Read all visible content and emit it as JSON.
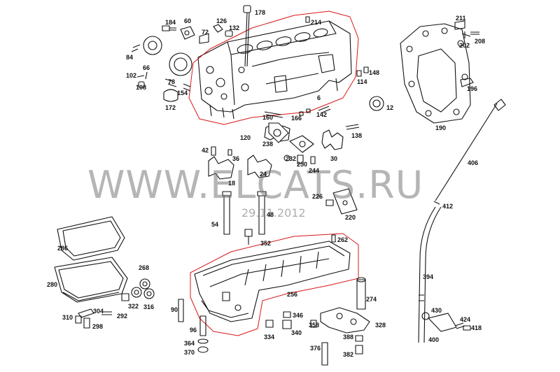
{
  "watermark": {
    "text": "WWW.ELCATS.RU",
    "date": "29.11.2012"
  },
  "colors": {
    "line": "#111111",
    "highlight": "#d81818",
    "watermark": "#8a8a8a"
  },
  "callouts": [
    {
      "id": "p178",
      "text": "178"
    },
    {
      "id": "p214",
      "text": "214"
    },
    {
      "id": "p184",
      "text": "184"
    },
    {
      "id": "p60",
      "text": "60"
    },
    {
      "id": "p126",
      "text": "126"
    },
    {
      "id": "p72",
      "text": "72"
    },
    {
      "id": "p132",
      "text": "132"
    },
    {
      "id": "p84",
      "text": "84"
    },
    {
      "id": "p66",
      "text": "66"
    },
    {
      "id": "p102",
      "text": "102"
    },
    {
      "id": "p108",
      "text": "108"
    },
    {
      "id": "p78",
      "text": "78"
    },
    {
      "id": "p154",
      "text": "154"
    },
    {
      "id": "p172",
      "text": "172"
    },
    {
      "id": "p148",
      "text": "148"
    },
    {
      "id": "p114",
      "text": "114"
    },
    {
      "id": "p6",
      "text": "6"
    },
    {
      "id": "p12",
      "text": "12"
    },
    {
      "id": "p142",
      "text": "142"
    },
    {
      "id": "p160",
      "text": "160"
    },
    {
      "id": "p166",
      "text": "166"
    },
    {
      "id": "p138",
      "text": "138"
    },
    {
      "id": "p120",
      "text": "120"
    },
    {
      "id": "p238",
      "text": "238"
    },
    {
      "id": "p42",
      "text": "42"
    },
    {
      "id": "p36",
      "text": "36"
    },
    {
      "id": "p24",
      "text": "24"
    },
    {
      "id": "p232",
      "text": "232"
    },
    {
      "id": "p250",
      "text": "250"
    },
    {
      "id": "p244",
      "text": "244"
    },
    {
      "id": "p30",
      "text": "30"
    },
    {
      "id": "p18",
      "text": "18"
    },
    {
      "id": "p226",
      "text": "226"
    },
    {
      "id": "p211",
      "text": "211"
    },
    {
      "id": "p202",
      "text": "202"
    },
    {
      "id": "p208",
      "text": "208"
    },
    {
      "id": "p196",
      "text": "196"
    },
    {
      "id": "p190",
      "text": "190"
    },
    {
      "id": "p406",
      "text": "406"
    },
    {
      "id": "p412",
      "text": "412"
    },
    {
      "id": "p220",
      "text": "220"
    },
    {
      "id": "p54",
      "text": "54"
    },
    {
      "id": "p48",
      "text": "48"
    },
    {
      "id": "p286",
      "text": "286"
    },
    {
      "id": "p352",
      "text": "352"
    },
    {
      "id": "p262",
      "text": "262"
    },
    {
      "id": "p268",
      "text": "268"
    },
    {
      "id": "p280",
      "text": "280"
    },
    {
      "id": "p256",
      "text": "256"
    },
    {
      "id": "p394",
      "text": "394"
    },
    {
      "id": "p322",
      "text": "322"
    },
    {
      "id": "p316",
      "text": "316"
    },
    {
      "id": "p304",
      "text": "304"
    },
    {
      "id": "p292",
      "text": "292"
    },
    {
      "id": "p310",
      "text": "310"
    },
    {
      "id": "p298",
      "text": "298"
    },
    {
      "id": "p90",
      "text": "90"
    },
    {
      "id": "p274",
      "text": "274"
    },
    {
      "id": "p346",
      "text": "346"
    },
    {
      "id": "p358",
      "text": "358"
    },
    {
      "id": "p328",
      "text": "328"
    },
    {
      "id": "p430",
      "text": "430"
    },
    {
      "id": "p96",
      "text": "96"
    },
    {
      "id": "p334",
      "text": "334"
    },
    {
      "id": "p340",
      "text": "340"
    },
    {
      "id": "p424",
      "text": "424"
    },
    {
      "id": "p418",
      "text": "418"
    },
    {
      "id": "p364",
      "text": "364"
    },
    {
      "id": "p370",
      "text": "370"
    },
    {
      "id": "p376",
      "text": "376"
    },
    {
      "id": "p388",
      "text": "388"
    },
    {
      "id": "p382",
      "text": "382"
    },
    {
      "id": "p400",
      "text": "400"
    }
  ]
}
